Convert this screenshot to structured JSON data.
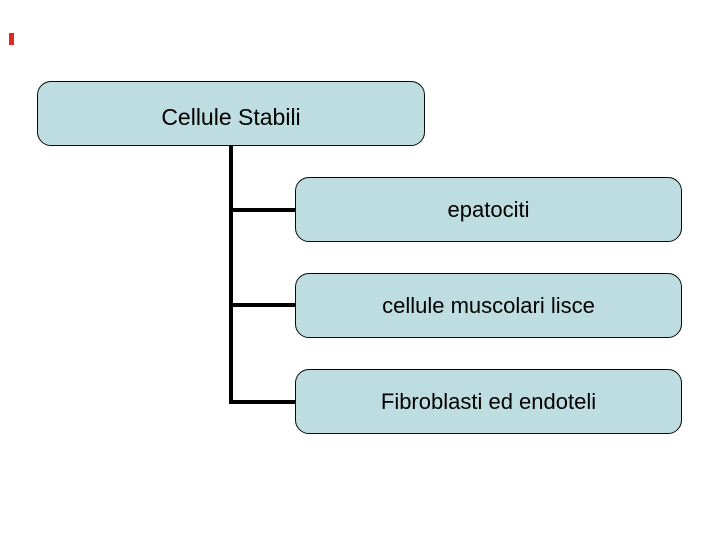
{
  "slide": {
    "background_color": "#ffffff",
    "marker": {
      "name": "red-dash",
      "color": "#df2b1e"
    },
    "diagram": {
      "type": "hierarchy",
      "box_fill_color": "#bedde0",
      "box_border_color": "#0a0a0a",
      "connector_color": "#000000",
      "text_color": "#000000",
      "root": {
        "label": "Cellule Stabili"
      },
      "children": [
        {
          "label": "epatociti"
        },
        {
          "label": "cellule muscolari lisce"
        },
        {
          "label": "Fibroblasti ed endoteli"
        }
      ]
    }
  }
}
